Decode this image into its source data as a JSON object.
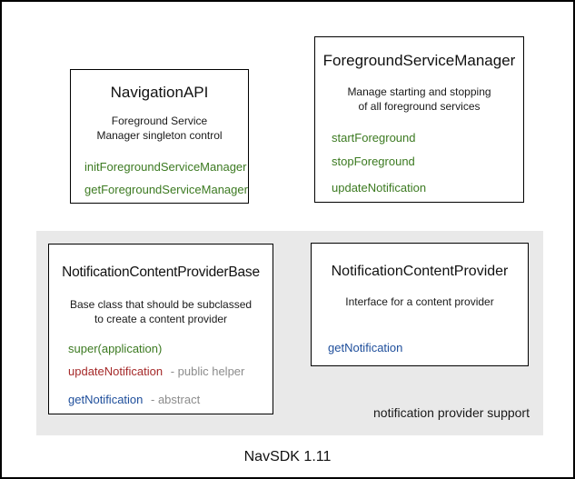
{
  "caption": "NavSDK 1.11",
  "panel": {
    "label": "notification provider support",
    "bg_color": "#e9e9e9"
  },
  "colors": {
    "method_green": "#3c7a21",
    "method_red": "#a52a2a",
    "method_blue": "#1e4e9b",
    "annotation_gray": "#8c8c8c",
    "box_border": "#000000",
    "outer_border": "#000000"
  },
  "boxes": {
    "navigation_api": {
      "title": "NavigationAPI",
      "desc_line1": "Foreground Service",
      "desc_line2": "Manager singleton control",
      "methods": [
        {
          "label": "initForegroundServiceManager",
          "color": "green"
        },
        {
          "label": "getForegroundServiceManager",
          "color": "green"
        }
      ]
    },
    "foreground_service_manager": {
      "title": "ForegroundServiceManager",
      "desc_line1": "Manage starting and stopping",
      "desc_line2": "of all foreground services",
      "methods": [
        {
          "label": "startForeground",
          "color": "green"
        },
        {
          "label": "stopForeground",
          "color": "green"
        },
        {
          "label": "updateNotification",
          "color": "green"
        }
      ]
    },
    "notification_content_provider_base": {
      "title": "NotificationContentProviderBase",
      "desc_line1": "Base class that should be subclassed",
      "desc_line2": "to create a content provider",
      "methods": [
        {
          "label": "super(application)",
          "color": "green",
          "annotation": ""
        },
        {
          "label": "updateNotification",
          "color": "red",
          "annotation": "- public helper"
        },
        {
          "label": "getNotification",
          "color": "blue",
          "annotation": "- abstract"
        }
      ]
    },
    "notification_content_provider": {
      "title": "NotificationContentProvider",
      "desc_line1": "Interface for a content provider",
      "methods": [
        {
          "label": "getNotification",
          "color": "blue"
        }
      ]
    }
  }
}
